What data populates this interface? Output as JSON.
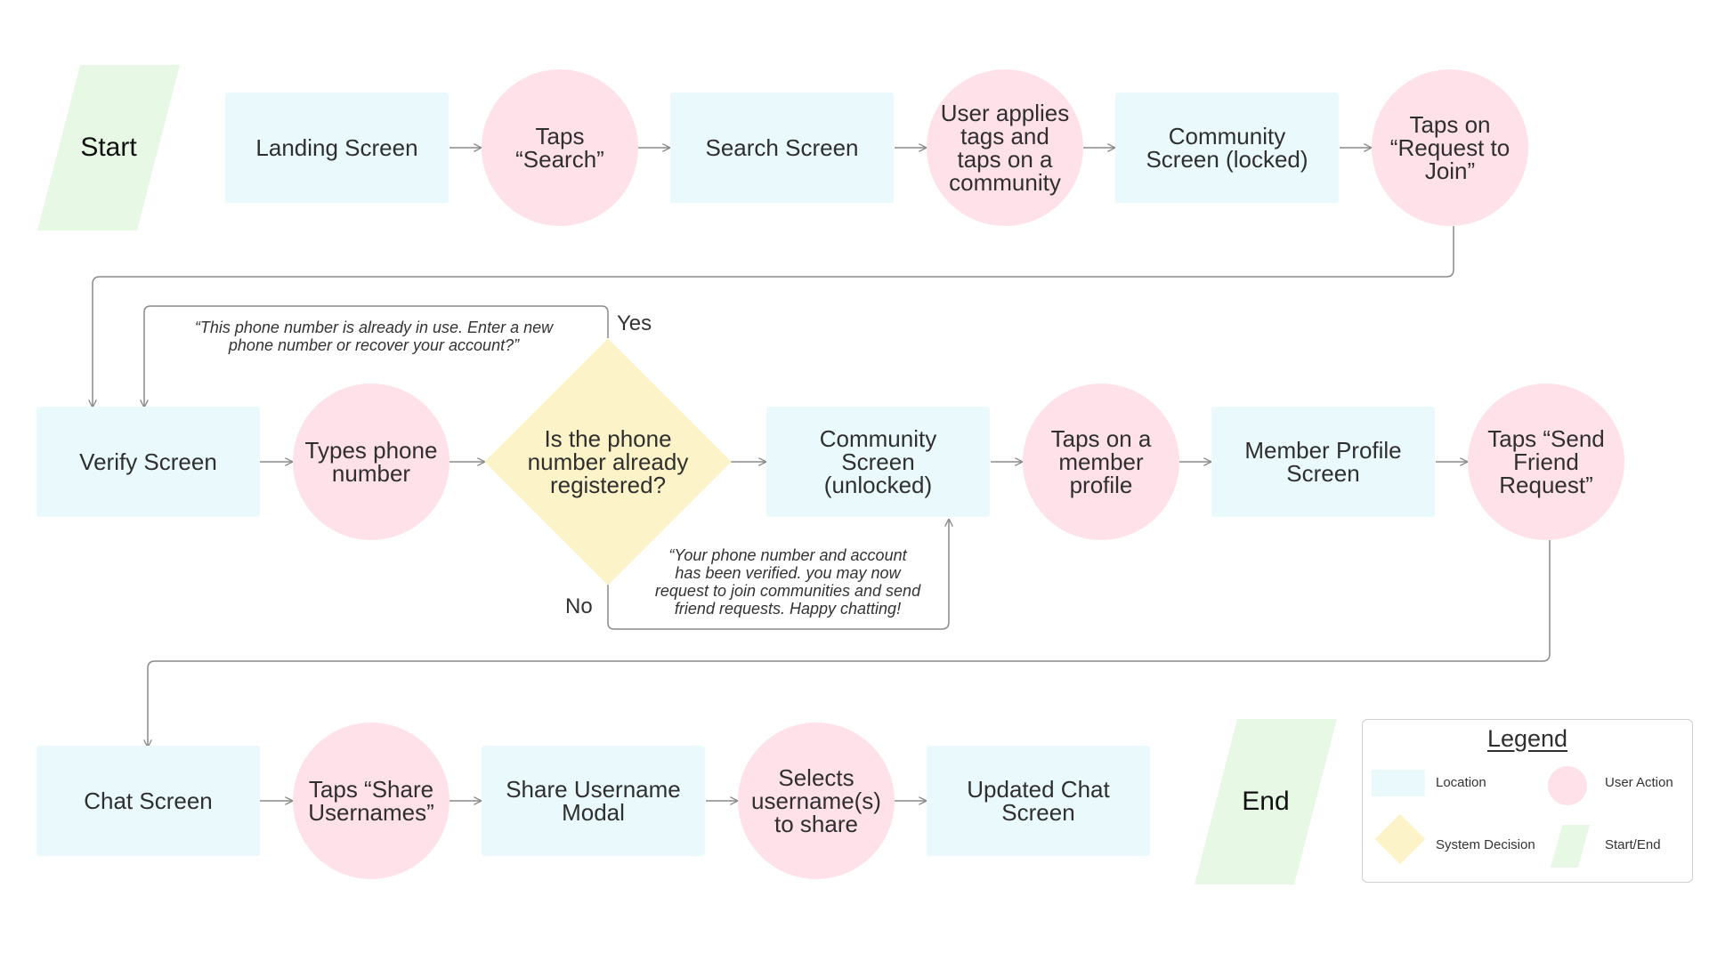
{
  "nodes": {
    "start": "Start",
    "landing_screen": "Landing Screen",
    "taps_search": "Taps\n“Search”",
    "search_screen": "Search Screen",
    "user_applies_tags": "User applies\ntags and\ntaps on a\ncommunity",
    "community_locked": "Community\nScreen (locked)",
    "taps_request_join": "Taps on\n“Request to\nJoin”",
    "verify_screen": "Verify Screen",
    "types_phone": "Types phone\nnumber",
    "phone_registered": "Is the phone\nnumber already\nregistered?",
    "community_unlocked": "Community\nScreen\n(unlocked)",
    "taps_member_profile": "Taps on a\nmember\nprofile",
    "member_profile_screen": "Member Profile\nScreen",
    "taps_send_friend_request": "Taps “Send\nFriend\nRequest”",
    "chat_screen": "Chat Screen",
    "taps_share_usernames": "Taps “Share\nUsernames”",
    "share_username_modal": "Share Username\nModal",
    "selects_usernames": "Selects\nusername(s)\nto share",
    "updated_chat_screen": "Updated Chat\nScreen",
    "end": "End"
  },
  "notes": {
    "phone_in_use": "“This phone number is already in use. Enter a new\nphone number or recover your account?”",
    "verified": "“Your phone number and account\nhas been verified. you may now\nrequest to join communities and send\nfriend requests. Happy chatting!"
  },
  "branches": {
    "yes": "Yes",
    "no": "No"
  },
  "legend": {
    "title": "Legend",
    "location": "Location",
    "user_action": "User Action",
    "system_decision": "System Decision",
    "start_end": "Start/End"
  },
  "colors": {
    "location": "#eaf9fc",
    "user_action": "#ffe1ea",
    "system_decision": "#fdf3c8",
    "start_end": "#e7f9e5",
    "connector": "#8a8a8a"
  }
}
